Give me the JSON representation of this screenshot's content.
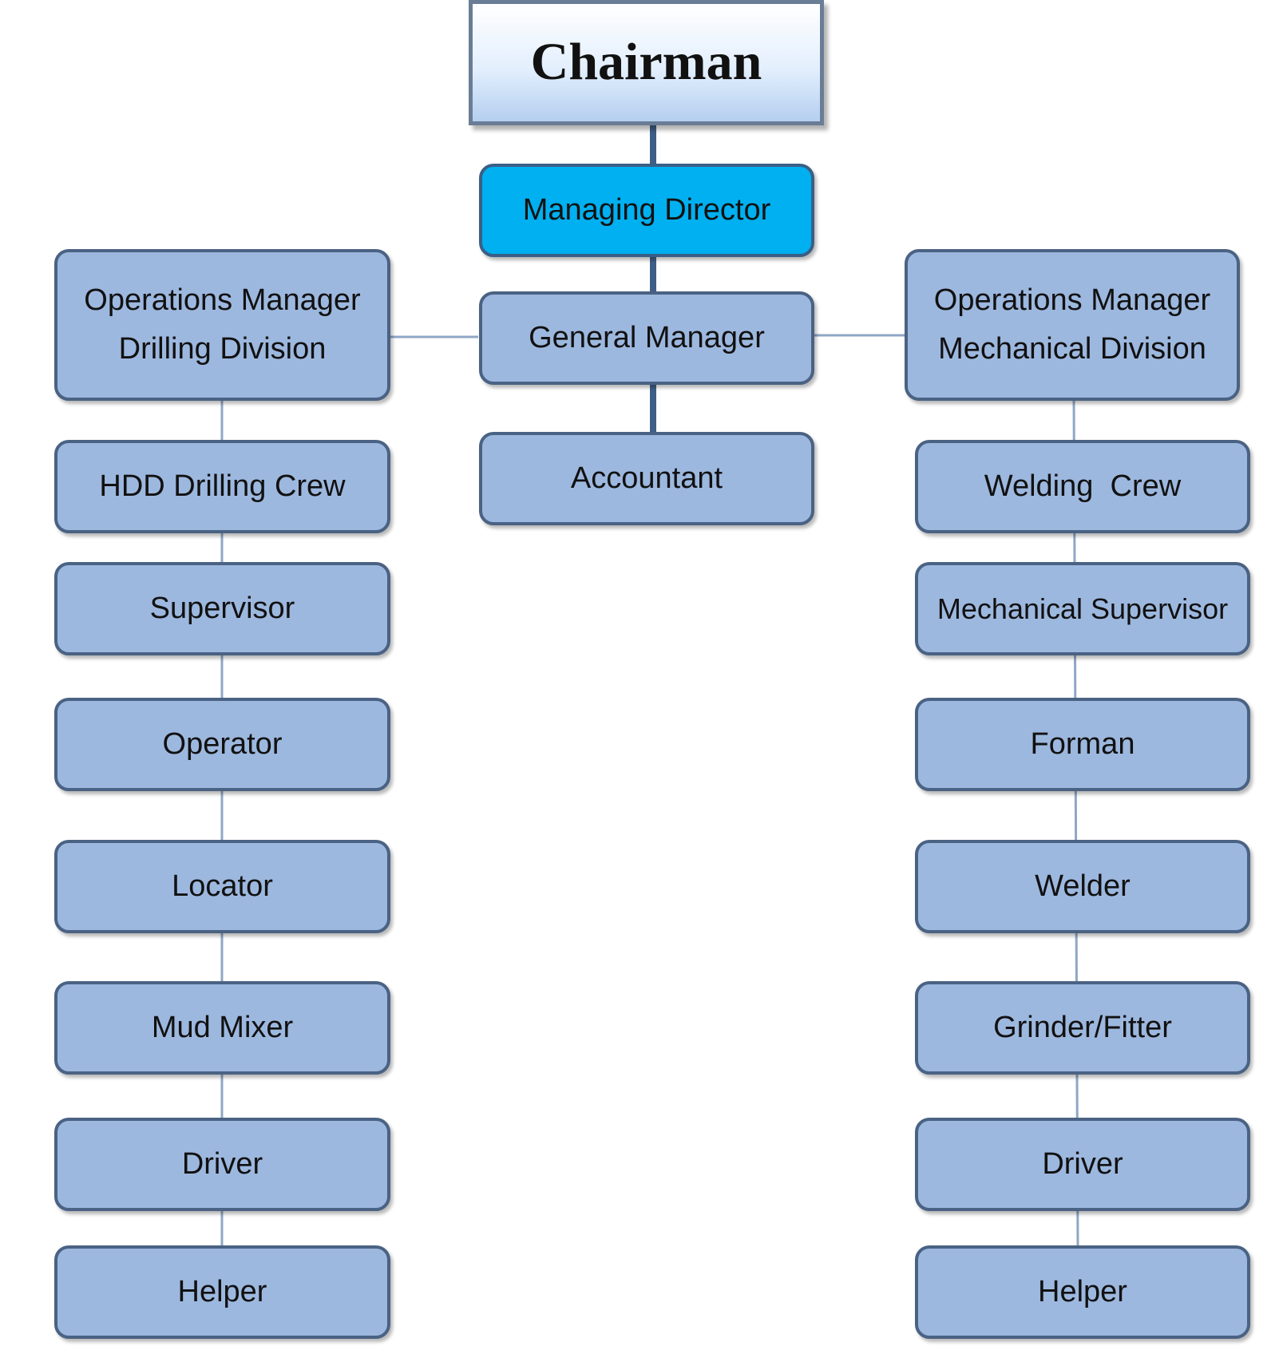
{
  "chairman": "Chairman",
  "managing_director": "Managing Director",
  "general_manager": "General Manager",
  "accountant": "Accountant",
  "drilling": {
    "head": [
      "Operations Manager",
      "Drilling Division"
    ],
    "roles": [
      "HDD Drilling Crew",
      "Supervisor",
      "Operator",
      "Locator",
      "Mud Mixer",
      "Driver",
      "Helper"
    ]
  },
  "mechanical": {
    "head": [
      "Operations Manager",
      "Mechanical Division"
    ],
    "roles": [
      "Welding  Crew",
      "Mechanical Supervisor",
      "Forman",
      "Welder",
      "Grinder/Fitter",
      "Driver",
      "Helper"
    ]
  },
  "colors": {
    "box_fill": "#9db8df",
    "box_border": "#4a6283",
    "highlight_fill": "#00b0f0",
    "connector": "#4a6283"
  }
}
